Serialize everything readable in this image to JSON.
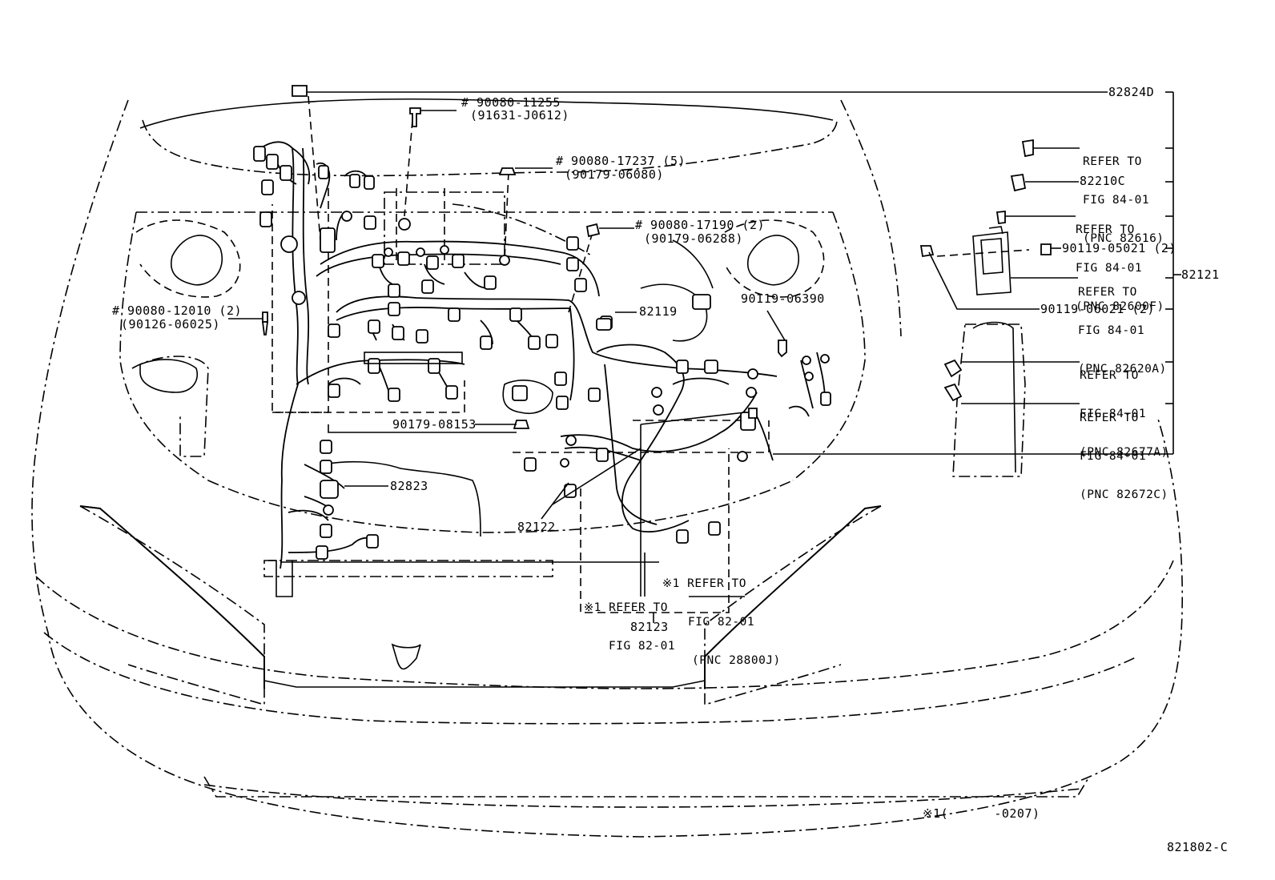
{
  "diagram": {
    "figure_id": "821802-C",
    "footnote": "※1(      -0207)",
    "callouts": {
      "p82824D": "82824D",
      "bolt_90080_11255": "# 90080-11255",
      "bolt_91631_J0612": "(91631-J0612)",
      "nut_90080_17237": "# 90080-17237 (5)",
      "nut_90179_06080": "(90179-06080)",
      "nut_90080_17190": "# 90080-17190 (2)",
      "nut_90179_06288": "(90179-06288)",
      "p82119": "82119",
      "bolt_90119_06390": "90119-06390",
      "bolt_90080_12010": "# 90080-12010 (2)",
      "bolt_90126_06025": "(90126-06025)",
      "nut_90179_08153": "90179-08153",
      "p82823": "82823",
      "p82122": "82122",
      "p82123": "82123",
      "p82210C": "82210C",
      "p82121": "82121",
      "bolt_90119_05021": "90119-05021 (2)",
      "bolt_90119_06021": "90119-06021 (2)"
    },
    "references": {
      "ref_82616": [
        "REFER TO",
        "FIG 84-01",
        "(PNC 82616)"
      ],
      "ref_82600F": [
        "REFER TO",
        "FIG 84-01",
        "(PNC 82600F)"
      ],
      "ref_82620A": [
        "REFER TO",
        "FIG 84-01",
        "(PNC 82620A)"
      ],
      "ref_82677A": [
        "REFER TO",
        "FIG 84-01",
        "(PNC 82677A)"
      ],
      "ref_82672C": [
        "REFER TO",
        "FIG 84-01",
        "(PNC 82672C)"
      ],
      "ref_28800J": [
        "※1 REFER TO",
        "FIG 82-01",
        "(PNC 28800J)"
      ],
      "ref_82_01": [
        "※1 REFER TO",
        "FIG 82-01"
      ]
    }
  }
}
